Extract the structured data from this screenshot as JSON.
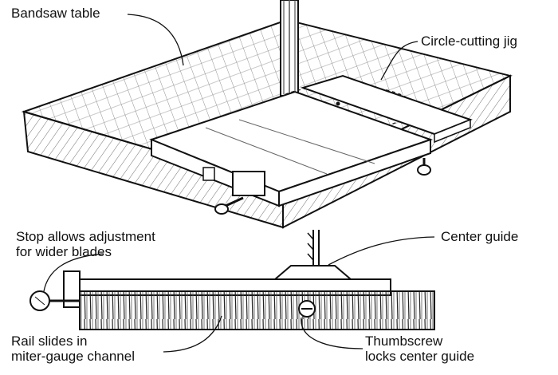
{
  "labels": {
    "bandsaw_table": "Bandsaw table",
    "circle_jig": "Circle-cutting jig",
    "stop_line1": "Stop allows adjustment",
    "stop_line2": "for wider blades",
    "center_guide": "Center guide",
    "rail_line1": "Rail slides in",
    "rail_line2": "miter-gauge channel",
    "thumb_line1": "Thumbscrew",
    "thumb_line2": "locks center guide"
  },
  "colors": {
    "ink": "#111111",
    "paper": "#ffffff",
    "shade": "#9a9a9a"
  }
}
